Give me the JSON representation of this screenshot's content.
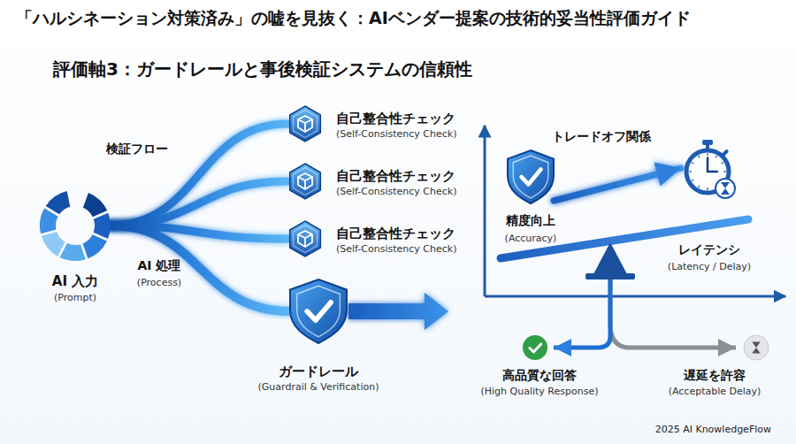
{
  "diagram": {
    "title": "「ハルシネーション対策済み」の嘘を見抜く：AIベンダー提案の技術的妥当性評価ガイド",
    "nodes": [
      {
        "text": [
          "AI 入力",
          "(Prompt)"
        ]
      },
      {
        "text": [
          "自己整合性チェック",
          "(Self-Consistency Check)"
        ]
      },
      {
        "text": [
          "自己整合性チェック",
          "(Self-Consistency Check)"
        ]
      },
      {
        "text": [
          "自己整合性チェック",
          "(Self-Consistency Check)"
        ]
      },
      {
        "text": [
          "ガードレール",
          "(Guardrail & Verification)"
        ]
      },
      {
        "text": [
          "精度向上",
          "(Accuracy)"
        ]
      },
      {
        "text": [
          "レイテンシ",
          "(Latency / Delay)"
        ]
      },
      {
        "text": [
          "高品質な回答",
          "(High Quality Response)"
        ]
      },
      {
        "text": [
          "遅延を許容",
          "(Acceptable Delay)"
        ]
      }
    ],
    "edges": [
      {
        "from": 0,
        "to": 1,
        "arrow": "none"
      },
      {
        "from": 0,
        "to": 2,
        "arrow": "none"
      },
      {
        "from": 0,
        "to": 3,
        "arrow": "none"
      },
      {
        "from": 0,
        "to": 4,
        "arrow": "none"
      },
      {
        "from": 5,
        "to": 6,
        "label": "トレードオフ関係",
        "arrow": "to"
      }
    ],
    "labels": [
      "評価軸3：ガードレールと事後検証システムの信頼性",
      "検証フロー",
      "AI 処理",
      "(Process)",
      "2025 AI KnowledgeFlow"
    ]
  }
}
